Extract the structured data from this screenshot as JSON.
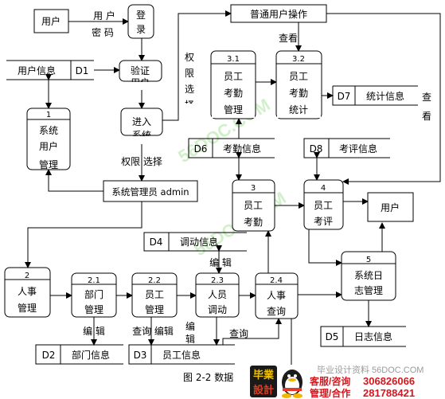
{
  "processes": {
    "login": [
      "登",
      "录"
    ],
    "verify": [
      "验证",
      "用户"
    ],
    "enter": [
      "进入",
      "系统"
    ],
    "p1": [
      "1",
      "系统",
      "用户",
      "管理"
    ],
    "p31": [
      "3.1",
      "员工",
      "考勤",
      "管理"
    ],
    "p32": [
      "3.2",
      "员工",
      "考勤",
      "统计"
    ],
    "p3": [
      "3",
      "员工",
      "考勤"
    ],
    "p4": [
      "4",
      "员工",
      "考评"
    ],
    "p2": [
      "2",
      "人事",
      "管理"
    ],
    "p21": [
      "2.1",
      "部门",
      "管理"
    ],
    "p22": [
      "2.2",
      "员工",
      "管理"
    ],
    "p23": [
      "2.3",
      "人员",
      "调动"
    ],
    "p24": [
      "2.4",
      "人事",
      "查询"
    ],
    "p5": [
      "5",
      "系统日",
      "志管理"
    ]
  },
  "entities": {
    "user": "用户",
    "normal_op": "普通用户操作",
    "admin": "系统管理员 admin",
    "user_out": "用户"
  },
  "stores": {
    "user_info": {
      "name": "用户信息",
      "id": "D1"
    },
    "d7": {
      "id": "D7",
      "name": "统计信息"
    },
    "d6": {
      "id": "D6",
      "name": "考勤信息"
    },
    "d8": {
      "id": "D8",
      "name": "考评信息"
    },
    "d4": {
      "id": "D4",
      "name": "调动信息"
    },
    "d2": {
      "id": "D2",
      "name": "部门信息"
    },
    "d3": {
      "id": "D3",
      "name": "员工信息"
    },
    "d5": {
      "id": "D5",
      "name": "日志信息"
    }
  },
  "flow_labels": {
    "user_pw_1": "用 户",
    "user_pw_2": "密 码",
    "perm_v": [
      "权",
      "限",
      "选",
      "择"
    ],
    "view": "查看",
    "view_v": [
      "查",
      "看"
    ],
    "perm_select": "权限 选择",
    "edit_top": "编 辑",
    "edit_v": [
      "编",
      "辑"
    ],
    "edit_21": "编  辑",
    "query_edit": "查询 编辑",
    "query": "查询"
  },
  "watermark": "56DOC.COM",
  "caption": "图 2-2 数据",
  "footer": {
    "logo_1": "毕業",
    "logo_2": "設計",
    "site": "毕业设计资料 56DOC.COM",
    "service_label": "客服/咨询",
    "service_num": "306826066",
    "manage_label": "管理/合作",
    "manage_num": "281788421"
  }
}
